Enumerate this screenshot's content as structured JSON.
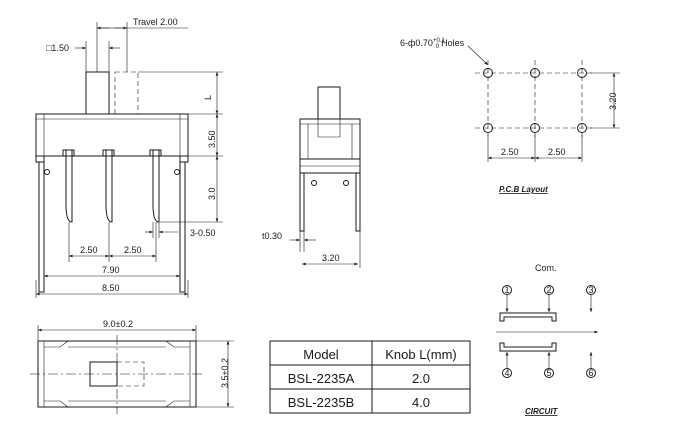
{
  "side_view": {
    "square_label": "□1.50",
    "travel_label": "Travel 2.00",
    "L_label": "L",
    "dim_350": "3.50",
    "dim_30": "3.0",
    "dim_3050": "3-0.50",
    "dim_250a": "2.50",
    "dim_250b": "2.50",
    "dim_790": "7.90",
    "dim_850": "8.50"
  },
  "end_view": {
    "dim_t030": "t0.30",
    "dim_320": "3.20"
  },
  "pcb": {
    "holes_label": "6-ф0.70",
    "holes_tol": "+0.1",
    "holes_tol2": "0",
    "holes_suffix": "Holes",
    "dim_250a": "2.50",
    "dim_250b": "2.50",
    "dim_320": "3.20",
    "title": "P.C.B Layout"
  },
  "top_view": {
    "dim_width": "9.0±0.2",
    "dim_height": "3.5±0.2"
  },
  "table": {
    "headers": [
      "Model",
      "Knob L(mm)"
    ],
    "rows": [
      [
        "BSL-2235A",
        "2.0"
      ],
      [
        "BSL-2235B",
        "4.0"
      ]
    ]
  },
  "circuit": {
    "com_label": "Com.",
    "pins_top": [
      "1",
      "2",
      "3"
    ],
    "pins_bottom": [
      "4",
      "5",
      "6"
    ],
    "title": "CIRCUIT"
  }
}
